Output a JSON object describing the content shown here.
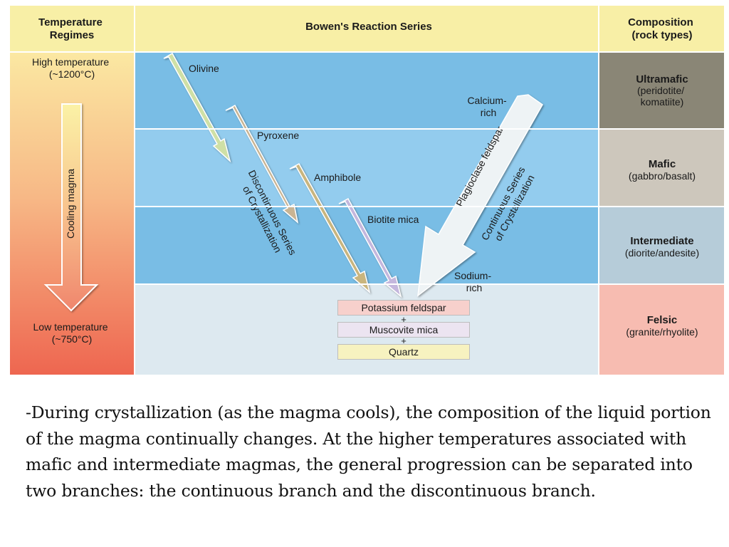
{
  "header": {
    "temperature_regimes": [
      "Temperature",
      "Regimes"
    ],
    "title": "Bowen's Reaction Series",
    "composition": [
      "Composition",
      "(rock types)"
    ]
  },
  "temperature": {
    "high": [
      "High temperature",
      "(~1200°C)"
    ],
    "low": [
      "Low temperature",
      "(~750°C)"
    ],
    "cooling_label": "Cooling magma"
  },
  "minerals": {
    "olivine": "Olivine",
    "pyroxene": "Pyroxene",
    "amphibole": "Amphibole",
    "biotite": "Biotite mica",
    "calcium_rich": [
      "Calcium-",
      "rich"
    ],
    "sodium_rich": [
      "Sodium-",
      "rich"
    ],
    "plagioclase": "Plagioclase feldspar"
  },
  "series": {
    "discontinuous": [
      "Discontinuous Series",
      "of Crystallization"
    ],
    "continuous": [
      "Continuous Series",
      "of Crystallization"
    ]
  },
  "final_boxes": [
    "Potassium feldspar",
    "Muscovite mica",
    "Quartz"
  ],
  "plus_sign": "+",
  "compositions": [
    {
      "name": "Ultramafic",
      "rocks": [
        "(peridotite/",
        "komatiite)"
      ],
      "color": "#8a8676"
    },
    {
      "name": "Mafic",
      "rocks": [
        "(gabbro/basalt)"
      ],
      "color": "#cdc7bc"
    },
    {
      "name": "Intermediate",
      "rocks": [
        "(diorite/andesite)"
      ],
      "color": "#b6ccd9"
    },
    {
      "name": "Felsic",
      "rocks": [
        "(granite/rhyolite)"
      ],
      "color": "#f7bcb1"
    }
  ],
  "colors": {
    "header_yellow": "#f8efa6",
    "band_1": "#79bde5",
    "band_2": "#93ccee",
    "band_3": "#79bde5",
    "band_4": "#dde9f0",
    "olivine_arrow": "#cfe0a6",
    "pyroxene_arrow": "#c9b493",
    "amphibole_arrow": "#c9b57e",
    "biotite_arrow": "#c4b7dd",
    "plagioclase_arrow": "#eef3f5"
  },
  "caption": "-During crystallization (as the magma cools), the composition of the liquid portion of the magma continually changes. At the higher temperatures associated with mafic and intermediate magmas, the general progression can be separated into two branches: the continuous branch and the discontinuous branch."
}
